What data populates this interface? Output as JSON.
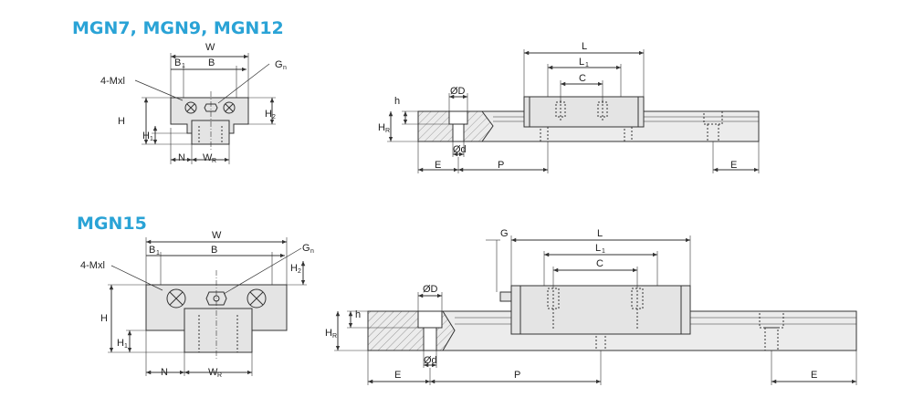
{
  "titles": {
    "top": "MGN7, MGN9, MGN12",
    "bottom": "MGN15"
  },
  "top_section": {
    "cross_section": {
      "W": "W",
      "B1": "B",
      "B1_sub": "1",
      "B": "B",
      "Gn": "G",
      "Gn_sub": "n",
      "M": "4-Mxl",
      "H": "H",
      "H1": "H",
      "H1_sub": "1",
      "H2": "H",
      "H2_sub": "2",
      "N": "N",
      "WR": "W",
      "WR_sub": "R"
    },
    "side_view": {
      "L": "L",
      "L1": "L",
      "L1_sub": "1",
      "C": "C",
      "D": "ØD",
      "h": "h",
      "HR": "H",
      "HR_sub": "R",
      "d": "Ød",
      "E_left": "E",
      "P": "P",
      "E_right": "E"
    }
  },
  "bottom_section": {
    "cross_section": {
      "W": "W",
      "B1": "B",
      "B1_sub": "1",
      "B": "B",
      "Gn": "G",
      "Gn_sub": "n",
      "M": "4-Mxl",
      "H": "H",
      "H1": "H",
      "H1_sub": "1",
      "H2": "H",
      "H2_sub": "2",
      "N": "N",
      "WR": "W",
      "WR_sub": "R"
    },
    "side_view": {
      "G": "G",
      "L": "L",
      "L1": "L",
      "L1_sub": "1",
      "C": "C",
      "D": "ØD",
      "h": "h",
      "HR": "H",
      "HR_sub": "R",
      "d": "Ød",
      "E_left": "E",
      "P": "P",
      "E_right": "E"
    }
  },
  "colors": {
    "title": "#2aa3d6",
    "part_fill": "#e4e4e4",
    "line": "#333333"
  }
}
